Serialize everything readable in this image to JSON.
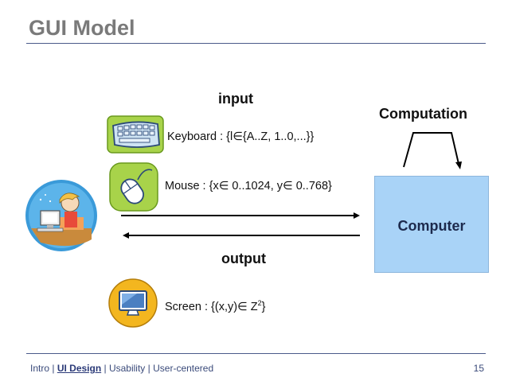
{
  "slide": {
    "title": "GUI Model",
    "input_label": "input",
    "output_label": "output",
    "computation_label": "Computation",
    "computer_label": "Computer",
    "keyboard_text": "Keyboard : {l∈{A..Z, 1..0,...}}",
    "mouse_text": "Mouse : {x∈ 0..1024, y∈ 0..768}",
    "screen_text_prefix": "Screen : {(x,y)∈ Z",
    "screen_text_sup": "2",
    "screen_text_suffix": "}"
  },
  "footer": {
    "intro": "Intro",
    "sep1": " | ",
    "ui_design": "UI Design",
    "sep2": " | ",
    "usability": "Usability",
    "sep3": " | ",
    "user_centered": "User-centered",
    "page_number": "15"
  },
  "icons": [
    "keyboard-icon",
    "mouse-icon",
    "monitor-icon",
    "user-at-computer-icon"
  ],
  "colors": {
    "computer_box": "#a9d3f7",
    "rule": "#4a5a8a",
    "title": "#7a7a7a"
  }
}
